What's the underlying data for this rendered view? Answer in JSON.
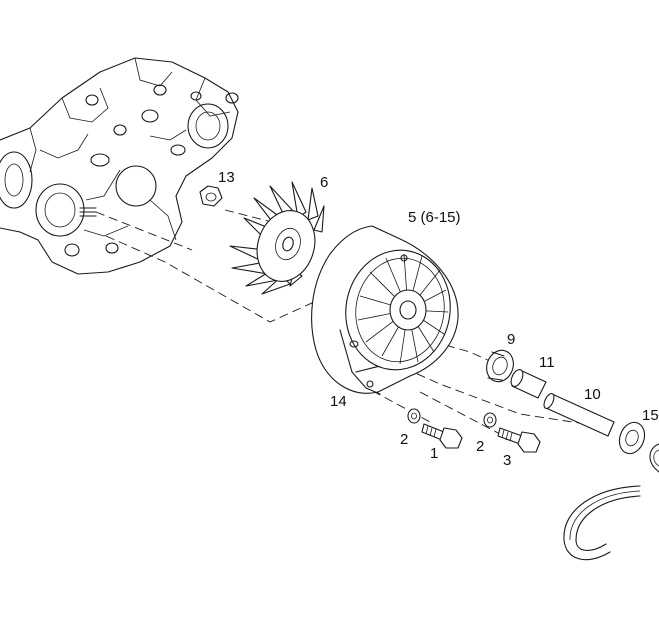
{
  "callouts": {
    "c13": "13",
    "c6": "6",
    "c5": "5 (6-15)",
    "c9": "9",
    "c11": "11",
    "c10": "10",
    "c15": "15",
    "c14": "14",
    "c2a": "2",
    "c1": "1",
    "c2b": "2",
    "c3": "3"
  },
  "colors": {
    "ink": "#1a1a1a",
    "background": "#ffffff"
  }
}
